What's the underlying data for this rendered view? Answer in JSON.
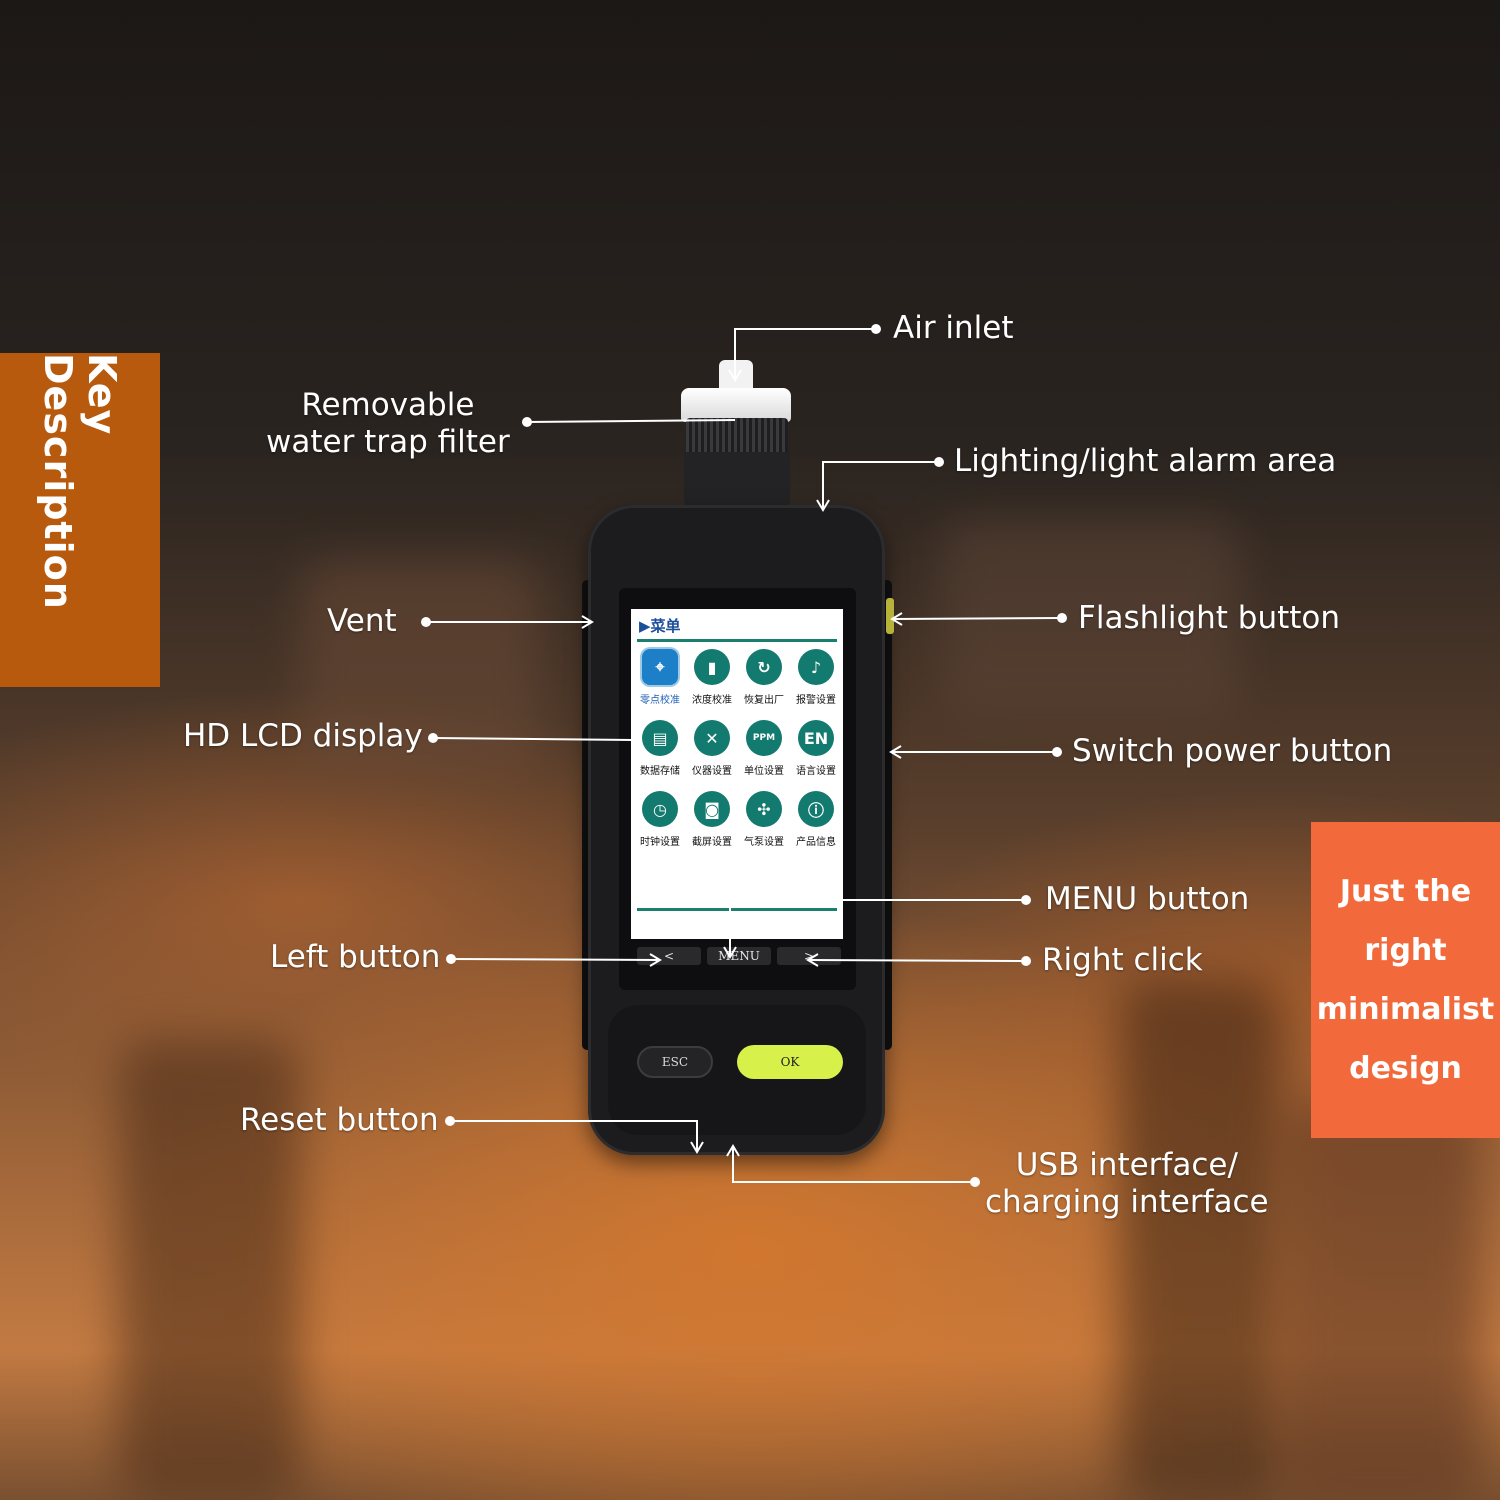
{
  "side_tab": {
    "text": "Key Description"
  },
  "promo": {
    "lines": [
      "Just the",
      "right",
      "minimalist",
      "design"
    ]
  },
  "callouts": {
    "air_inlet": "Air inlet",
    "water_trap_line1": "Removable",
    "water_trap_line2": "water trap filter",
    "lighting_alarm": "Lighting/light alarm area",
    "vent": "Vent",
    "flashlight": "Flashlight button",
    "hd_lcd": "HD LCD display",
    "switch_power": "Switch power button",
    "menu_button": "MENU button",
    "left_button": "Left button",
    "right_click": "Right click",
    "reset_button": "Reset button",
    "usb_line1": "USB interface/",
    "usb_line2": "charging interface"
  },
  "screen": {
    "title": "▶菜单",
    "menu_items": [
      {
        "label": "零点校准",
        "icon": "⌖",
        "icon_name": "target-icon",
        "selected": true
      },
      {
        "label": "浓度校准",
        "icon": "▮",
        "icon_name": "gas-cylinder-icon",
        "selected": false
      },
      {
        "label": "恢复出厂",
        "icon": "↻",
        "icon_name": "reset-icon",
        "selected": false
      },
      {
        "label": "报警设置",
        "icon": "♪",
        "icon_name": "alarm-icon",
        "selected": false
      },
      {
        "label": "数据存储",
        "icon": "▤",
        "icon_name": "storage-icon",
        "selected": false
      },
      {
        "label": "仪器设置",
        "icon": "✕",
        "icon_name": "tools-icon",
        "selected": false
      },
      {
        "label": "单位设置",
        "icon": "PPM",
        "icon_name": "unit-icon",
        "selected": false
      },
      {
        "label": "语言设置",
        "icon": "EN",
        "icon_name": "language-icon",
        "selected": false
      },
      {
        "label": "时钟设置",
        "icon": "◷",
        "icon_name": "clock-icon",
        "selected": false
      },
      {
        "label": "截屏设置",
        "icon": "◙",
        "icon_name": "camera-icon",
        "selected": false
      },
      {
        "label": "气泵设置",
        "icon": "✣",
        "icon_name": "fan-icon",
        "selected": false
      },
      {
        "label": "产品信息",
        "icon": "ⓘ",
        "icon_name": "info-icon",
        "selected": false
      }
    ],
    "softkeys": {
      "left": "<",
      "menu": "MENU",
      "right": ">"
    }
  },
  "keys": {
    "esc": "ESC",
    "ok": "OK"
  },
  "colors": {
    "side_tab": "#b85a0d",
    "promo": "#f26a3b",
    "screen_accent": "#127a6e",
    "ok_key": "#d8f04a"
  }
}
